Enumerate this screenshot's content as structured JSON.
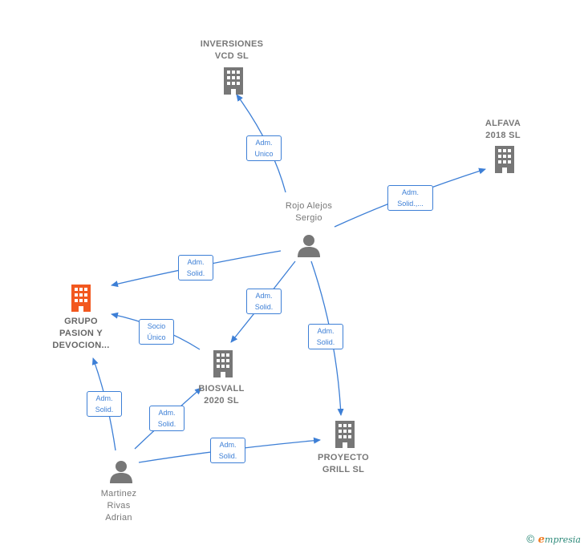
{
  "nodes": {
    "inversiones": {
      "label": "INVERSIONES\nVCD  SL",
      "icon": "building-icon"
    },
    "alfava": {
      "label": "ALFAVA\n2018  SL",
      "icon": "building-icon"
    },
    "rojo": {
      "label": "Rojo Alejos\nSergio",
      "icon": "person-icon"
    },
    "grupo": {
      "label": "GRUPO\nPASION Y\nDEVOCION...",
      "icon": "building-icon",
      "color": "#f2581f"
    },
    "biosvall": {
      "label": "BIOSVALL\n2020  SL",
      "icon": "building-icon"
    },
    "proyecto": {
      "label": "PROYECTO\nGRILL  SL",
      "icon": "building-icon"
    },
    "martinez": {
      "label": "Martinez\nRivas\nAdrian",
      "icon": "person-icon"
    }
  },
  "edges": {
    "rojo_inversiones": "Adm.\nUnico",
    "rojo_alfava": "Adm.\nSolid.,...",
    "rojo_grupo": "Adm.\nSolid.",
    "rojo_biosvall": "Adm.\nSolid.",
    "rojo_proyecto": "Adm.\nSolid.",
    "biosvall_grupo": "Socio\nÚnico",
    "martinez_grupo": "Adm.\nSolid.",
    "martinez_biosvall": "Adm.\nSolid.",
    "martinez_proyecto": "Adm.\nSolid."
  },
  "colors": {
    "edge": "#3d7fd6",
    "node": "#777777",
    "highlight": "#f2581f"
  },
  "brand": {
    "copyright": "©",
    "name_initial": "e",
    "name_rest": "mpresia"
  }
}
